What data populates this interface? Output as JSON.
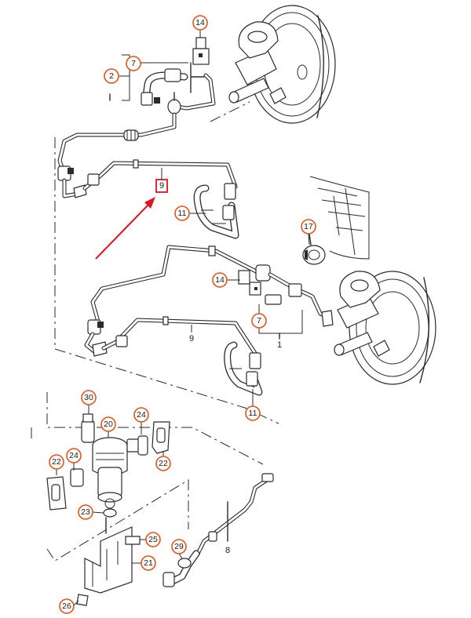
{
  "diagram": {
    "callouts": [
      {
        "id": "c14a",
        "label": "14"
      },
      {
        "id": "c7a",
        "label": "7"
      },
      {
        "id": "c2",
        "label": "2"
      },
      {
        "id": "c11a",
        "label": "11"
      },
      {
        "id": "c17",
        "label": "17"
      },
      {
        "id": "c14b",
        "label": "14"
      },
      {
        "id": "c7b",
        "label": "7"
      },
      {
        "id": "c11b",
        "label": "11"
      },
      {
        "id": "c30",
        "label": "30"
      },
      {
        "id": "c20",
        "label": "20"
      },
      {
        "id": "c24a",
        "label": "24"
      },
      {
        "id": "c22a",
        "label": "22"
      },
      {
        "id": "c24b",
        "label": "24"
      },
      {
        "id": "c22b",
        "label": "22"
      },
      {
        "id": "c23",
        "label": "23"
      },
      {
        "id": "c25",
        "label": "25"
      },
      {
        "id": "c29",
        "label": "29"
      },
      {
        "id": "c21",
        "label": "21"
      },
      {
        "id": "c26",
        "label": "26"
      }
    ],
    "highlight_label": "9",
    "plain_labels": [
      {
        "id": "p9",
        "label": "9"
      },
      {
        "id": "p1",
        "label": "1"
      },
      {
        "id": "p8",
        "label": "8"
      }
    ],
    "colors": {
      "callout_ring": "#e4541a",
      "highlight": "#e0141e",
      "linework": "#2a2a2a"
    }
  }
}
